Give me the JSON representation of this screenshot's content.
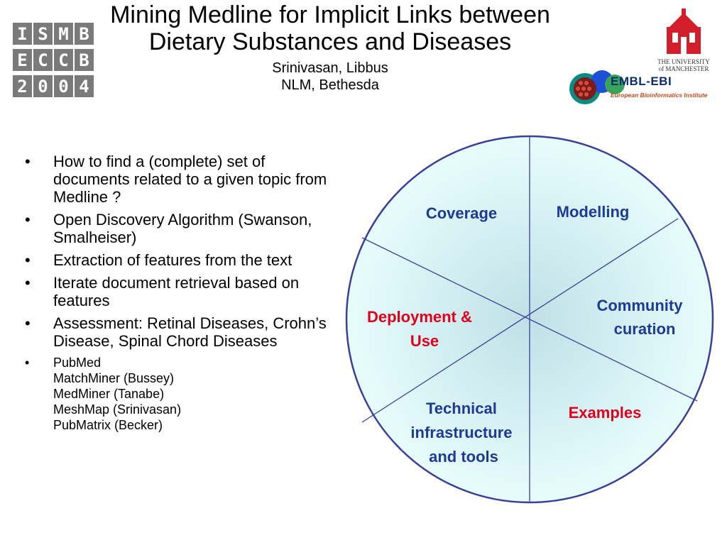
{
  "logo_ismb": {
    "cells": [
      "I",
      "S",
      "M",
      "B",
      "E",
      "C",
      "C",
      "B",
      "2",
      "0",
      "0",
      "4"
    ],
    "alt": "ISMB ECCB 2004"
  },
  "header": {
    "title": "Mining Medline for Implicit Links between Dietary Substances and Diseases",
    "authors": "Srinivasan, Libbus",
    "affiliation": "NLM, Bethesda"
  },
  "manchester_logo": {
    "line1": "THE UNIVERSITY",
    "line2": "of MANCHESTER"
  },
  "embl_logo": {
    "name": "EMBL-EBI",
    "subtitle": "European Bioinformatics Institute"
  },
  "bullets": [
    "How to find a (complete) set of documents related to a given topic from Medline ?",
    "Open Discovery Algorithm (Swanson, Smalheiser)",
    "Extraction of features from the text",
    "Iterate document retrieval based on features",
    "Assessment: Retinal Diseases, Crohn’s Disease, Spinal Chord Diseases"
  ],
  "bullet_symbol": "•",
  "resources": [
    "PubMed",
    "MatchMiner (Bussey)",
    "MedMiner (Tanabe)",
    "MeshMap (Srinivasan)",
    "PubMatrix (Becker)"
  ],
  "diagram": {
    "segments": [
      {
        "label_lines": [
          "Coverage"
        ],
        "color": "#1f3a93"
      },
      {
        "label_lines": [
          "Modelling"
        ],
        "color": "#1f3a93"
      },
      {
        "label_lines": [
          "Community",
          "curation"
        ],
        "color": "#1f3a93"
      },
      {
        "label_lines": [
          "Examples"
        ],
        "color": "#e0001b"
      },
      {
        "label_lines": [
          "Technical",
          "infrastructure",
          "and tools"
        ],
        "color": "#1f3a93"
      },
      {
        "label_lines": [
          "Deployment &",
          "Use"
        ],
        "color": "#e0001b"
      }
    ],
    "fill_color": "#e7fdfd",
    "line_color": "#3b3f9a"
  }
}
